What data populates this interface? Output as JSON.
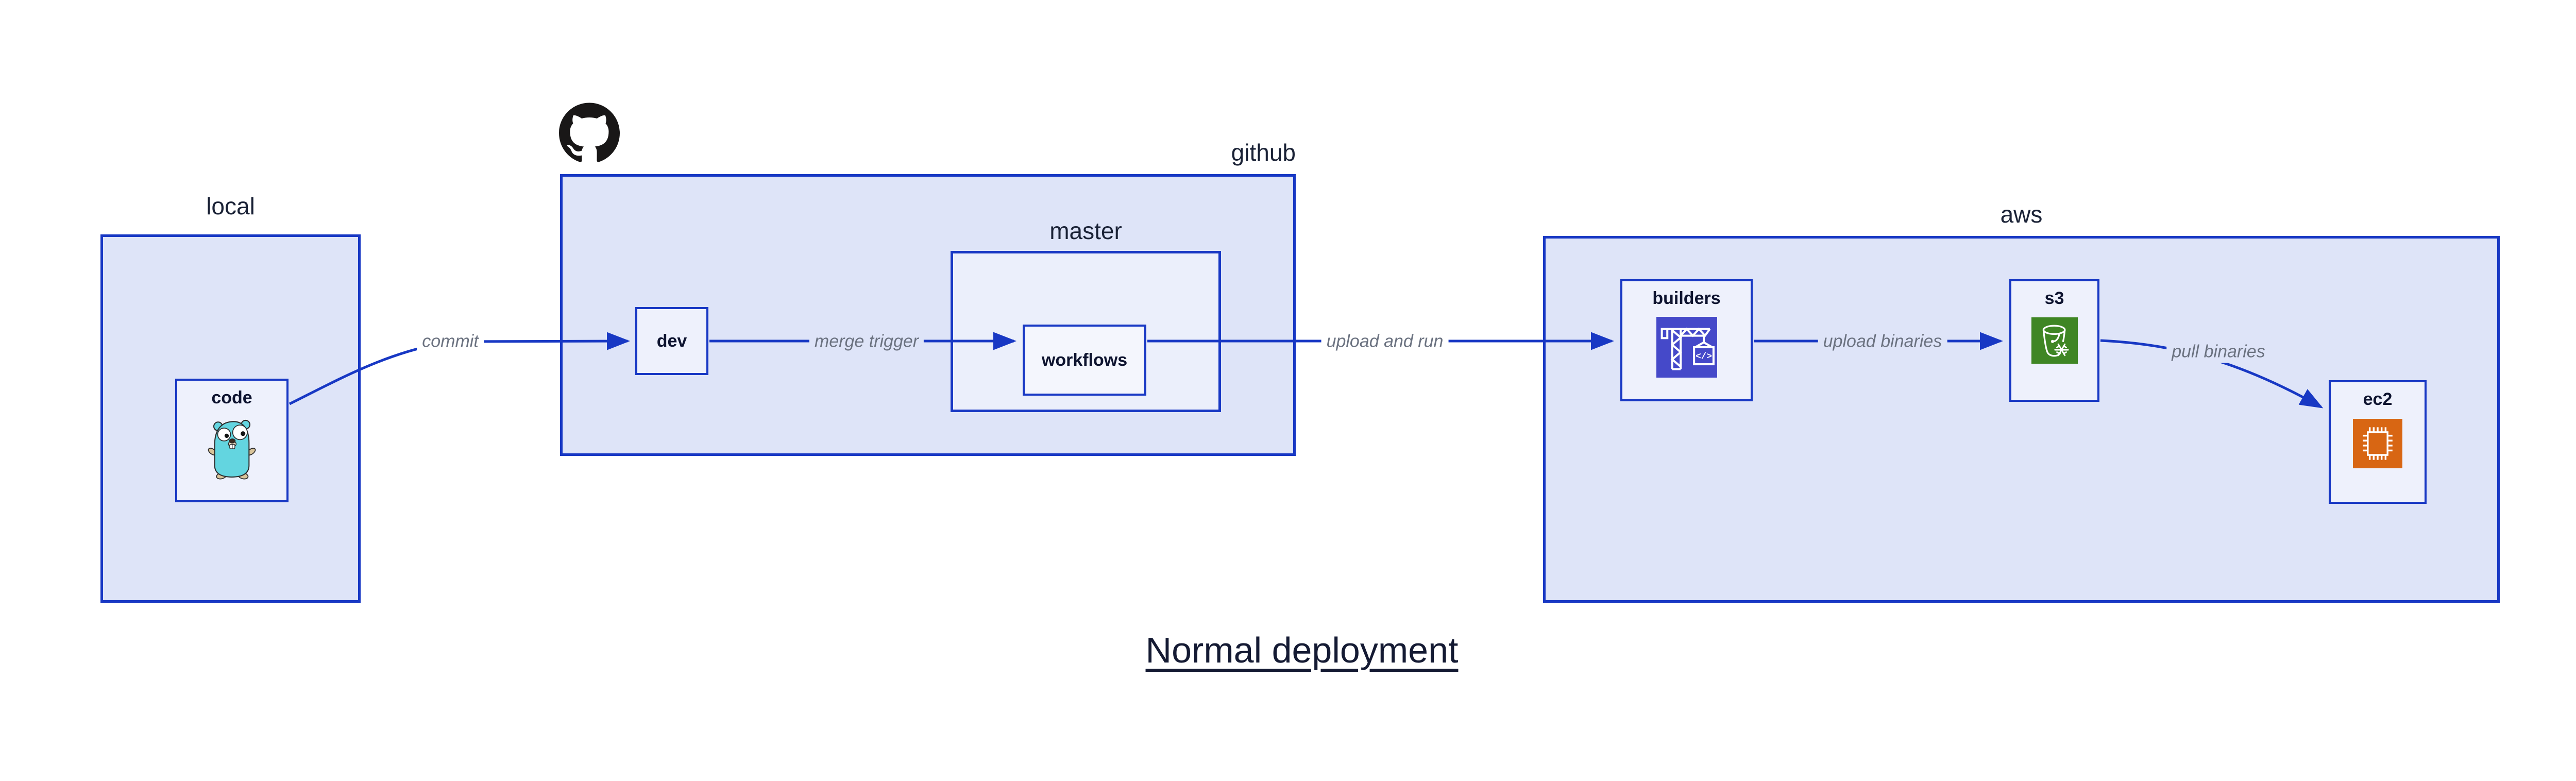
{
  "canvas": {
    "background": "#ffffff",
    "title": {
      "text": "Normal deployment"
    }
  },
  "colors": {
    "border_and_arrow_blue": "#1838c4",
    "group_fill": "#dee4f8",
    "nested_group_fill": "#ebeffb",
    "node_fill": "#eef1fc",
    "workflows_fill": "#f4f6fd",
    "edge_label_gray": "#6b7280",
    "group_label_navy": "#1a2236",
    "node_label_navy": "#0e1430",
    "title_navy": "#141a33",
    "octocat_black": "#191717",
    "builders_icon_bg": "#4549c9",
    "s3_icon_bg": "#3f8624",
    "ec2_icon_bg": "#d86613",
    "gopher_body": "#63d5e0",
    "gopher_paws": "#d9c49a"
  },
  "groups": {
    "local": {
      "label": "local"
    },
    "github": {
      "label": "github"
    },
    "master": {
      "label": "master"
    },
    "aws": {
      "label": "aws"
    }
  },
  "nodes": {
    "code": {
      "label": "code",
      "icon": "go-gopher-icon"
    },
    "dev": {
      "label": "dev"
    },
    "workflows": {
      "label": "workflows"
    },
    "builders": {
      "label": "builders",
      "icon": "aws-codebuild-crane-icon"
    },
    "s3": {
      "label": "s3",
      "icon": "aws-s3-glacier-bucket-icon"
    },
    "ec2": {
      "label": "ec2",
      "icon": "aws-ec2-chip-icon"
    }
  },
  "edges": {
    "commit": {
      "label": "commit"
    },
    "merge_trigger": {
      "label": "merge trigger"
    },
    "upload_and_run": {
      "label": "upload and run"
    },
    "upload_binaries": {
      "label": "upload binaries"
    },
    "pull_binaries": {
      "label": "pull binaries"
    }
  },
  "decorations": {
    "octocat": "github-octocat-icon"
  }
}
